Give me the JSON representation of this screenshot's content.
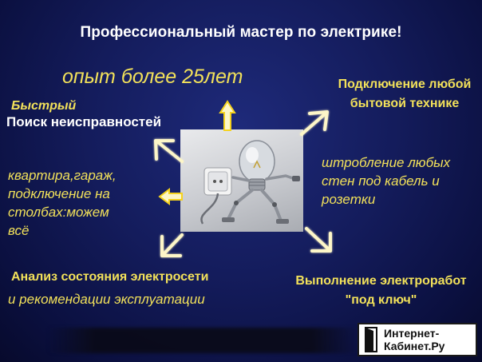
{
  "title": "Профессиональный мастер по электрике!",
  "experience": "опыт более 25лет",
  "fast_label": "Быстрый",
  "search_label": "Поиск неисправностей",
  "connect_label": "Подключение любой\nбытовой технике",
  "stroblenie_label": "штробление любых\nстен под кабель и\nрозетки",
  "kvartira_label": "квартира,гараж,\nподключение на\nстолбах:можем\nвсё",
  "analiz_label": "Анализ состояния электросети",
  "recom_label": "и рекомендации эксплуатации",
  "vypoln_label": "Выполнение электроработ\n\"под ключ\"",
  "watermark": {
    "line1": "Интернет-",
    "line2": "Кабинет.Ру"
  },
  "colors": {
    "accent": "#f2e15a",
    "title": "#ffffff",
    "background": "#141c5c",
    "arrow_fill": "#fdf6c8"
  },
  "icons": [
    "arrow-up-icon",
    "arrow-upright-icon",
    "arrow-upleft-icon",
    "arrow-left-icon",
    "arrow-downleft-icon",
    "arrow-downright-icon",
    "lightbulb-robot-image",
    "socket-image"
  ]
}
